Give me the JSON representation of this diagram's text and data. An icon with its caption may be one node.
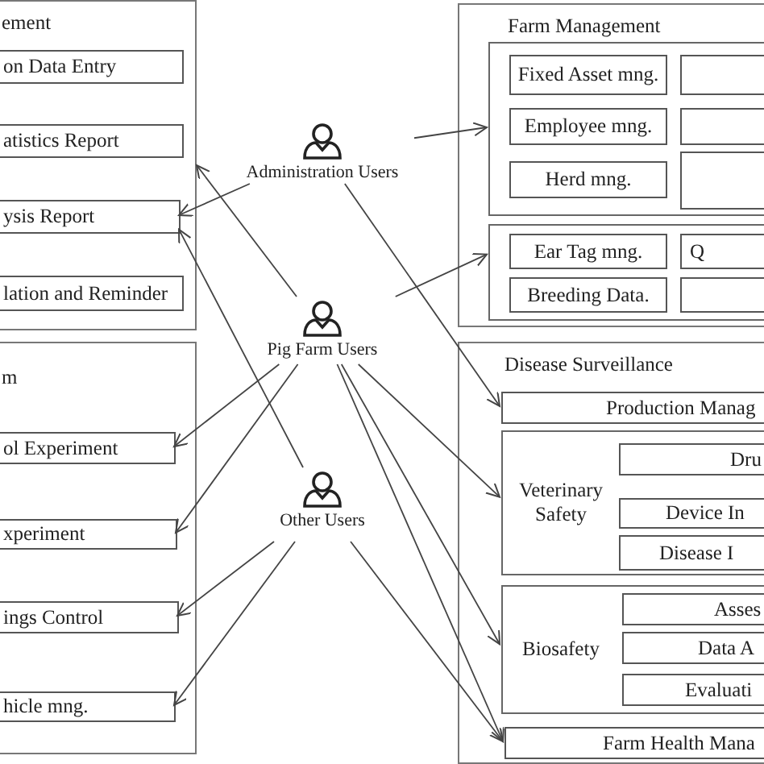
{
  "diagram": {
    "nodes": [
      {
        "text": [
          "ement"
        ]
      },
      {
        "text": [
          "on Data Entry"
        ],
        "in": 0
      },
      {
        "text": [
          "atistics Report"
        ],
        "in": 0
      },
      {
        "text": [
          "ysis Report"
        ],
        "in": 0
      },
      {
        "text": [
          "lation and Reminder"
        ],
        "in": 0
      },
      {
        "text": [
          "m"
        ]
      },
      {
        "text": [
          "ol Experiment"
        ],
        "in": 5
      },
      {
        "text": [
          "xperiment"
        ],
        "in": 5
      },
      {
        "text": [
          "ings Control"
        ],
        "in": 5
      },
      {
        "text": [
          "hicle mng."
        ],
        "in": 5
      },
      {
        "text": [
          "Administration Users"
        ]
      },
      {
        "text": [
          "Pig Farm Users"
        ]
      },
      {
        "text": [
          "Other Users"
        ]
      },
      {
        "text": [
          "Farm Management"
        ]
      },
      {
        "text": [],
        "shape": "box",
        "in": 13
      },
      {
        "text": [
          "Fixed Asset mng."
        ],
        "in": 14
      },
      {
        "text": [
          "Employee mng."
        ],
        "in": 14
      },
      {
        "text": [
          "Herd mng."
        ],
        "in": 14
      },
      {
        "text": [],
        "shape": "box",
        "in": 14
      },
      {
        "text": [],
        "shape": "box",
        "in": 14
      },
      {
        "text": [],
        "shape": "box",
        "in": 14
      },
      {
        "text": [],
        "shape": "box",
        "in": 13
      },
      {
        "text": [
          "Ear Tag mng."
        ],
        "in": 21
      },
      {
        "text": [
          "Q"
        ],
        "in": 21
      },
      {
        "text": [
          "Breeding Data."
        ],
        "in": 21
      },
      {
        "text": [],
        "shape": "box",
        "in": 21
      },
      {
        "text": [
          "Disease Surveillance"
        ]
      },
      {
        "text": [
          "Production Manag"
        ],
        "in": 26
      },
      {
        "text": [
          "Veterinary Safety"
        ],
        "in": 26
      },
      {
        "text": [
          "Dru"
        ],
        "in": 28
      },
      {
        "text": [
          "Device In"
        ],
        "in": 28
      },
      {
        "text": [
          "Disease I"
        ],
        "in": 28
      },
      {
        "text": [
          "Biosafety"
        ],
        "in": 26
      },
      {
        "text": [
          "Asses"
        ],
        "in": 32
      },
      {
        "text": [
          "Data A"
        ],
        "in": 32
      },
      {
        "text": [
          "Evaluati"
        ],
        "in": 32
      },
      {
        "text": [
          "Farm Health Mana"
        ],
        "in": 26
      }
    ],
    "edges": [
      {
        "from": 10,
        "to": 3,
        "arrow": "to"
      },
      {
        "from": 10,
        "to": 14,
        "arrow": "to"
      },
      {
        "from": 10,
        "to": 27,
        "arrow": "to"
      },
      {
        "from": 11,
        "to": 0,
        "arrow": "to"
      },
      {
        "from": 11,
        "to": 21,
        "arrow": "to"
      },
      {
        "from": 11,
        "to": 6,
        "arrow": "to"
      },
      {
        "from": 11,
        "to": 7,
        "arrow": "to"
      },
      {
        "from": 11,
        "to": 28,
        "arrow": "to"
      },
      {
        "from": 11,
        "to": 32,
        "arrow": "to"
      },
      {
        "from": 11,
        "to": 36,
        "arrow": "to"
      },
      {
        "from": 12,
        "to": 3,
        "arrow": "to"
      },
      {
        "from": 12,
        "to": 8,
        "arrow": "to"
      },
      {
        "from": 12,
        "to": 9,
        "arrow": "to"
      },
      {
        "from": 12,
        "to": 36,
        "arrow": "to"
      }
    ]
  }
}
